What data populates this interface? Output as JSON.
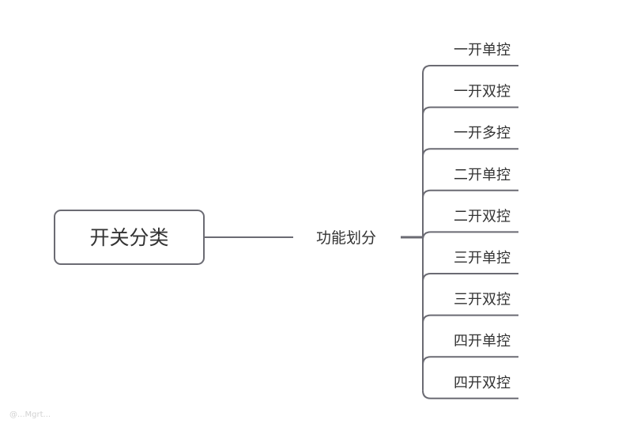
{
  "root": {
    "label": "开关分类"
  },
  "branch": {
    "label": "功能划分"
  },
  "leaves": [
    "一开单控",
    "一开双控",
    "一开多控",
    "二开单控",
    "二开双控",
    "三开单控",
    "三开双控",
    "四开单控",
    "四开双控"
  ],
  "colors": {
    "line": "#6b6b73",
    "box_border": "#6b6b73",
    "text": "#333333",
    "background": "#ffffff"
  },
  "watermark": "@...Mgrt..."
}
